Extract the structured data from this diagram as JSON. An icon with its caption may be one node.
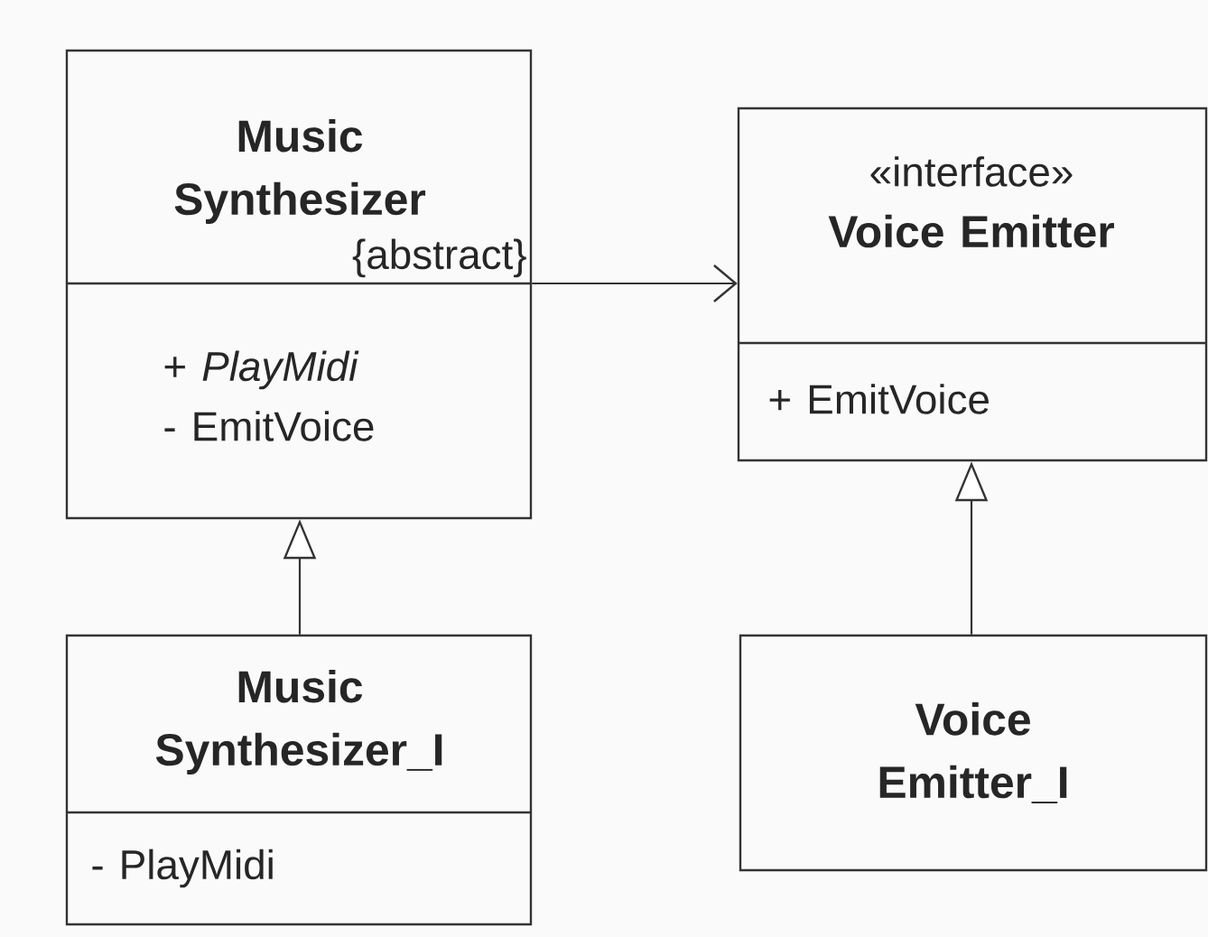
{
  "diagram": {
    "nodes": [
      {
        "text": [
          "Music Synthesizer",
          "{abstract}",
          "+ *PlayMidi*",
          "- EmitVoice"
        ]
      },
      {
        "text": [
          "«interface»",
          "Voice Emitter",
          "+ EmitVoice"
        ]
      },
      {
        "text": [
          "Music Synthesizer_I",
          "- PlayMidi"
        ]
      },
      {
        "text": [
          "Voice Emitter_I"
        ]
      }
    ],
    "edges": [
      {
        "from": 0,
        "to": 1,
        "arrow": "to"
      },
      {
        "from": 2,
        "to": 0,
        "arrow": "to"
      },
      {
        "from": 3,
        "to": 1,
        "arrow": "to"
      }
    ]
  }
}
